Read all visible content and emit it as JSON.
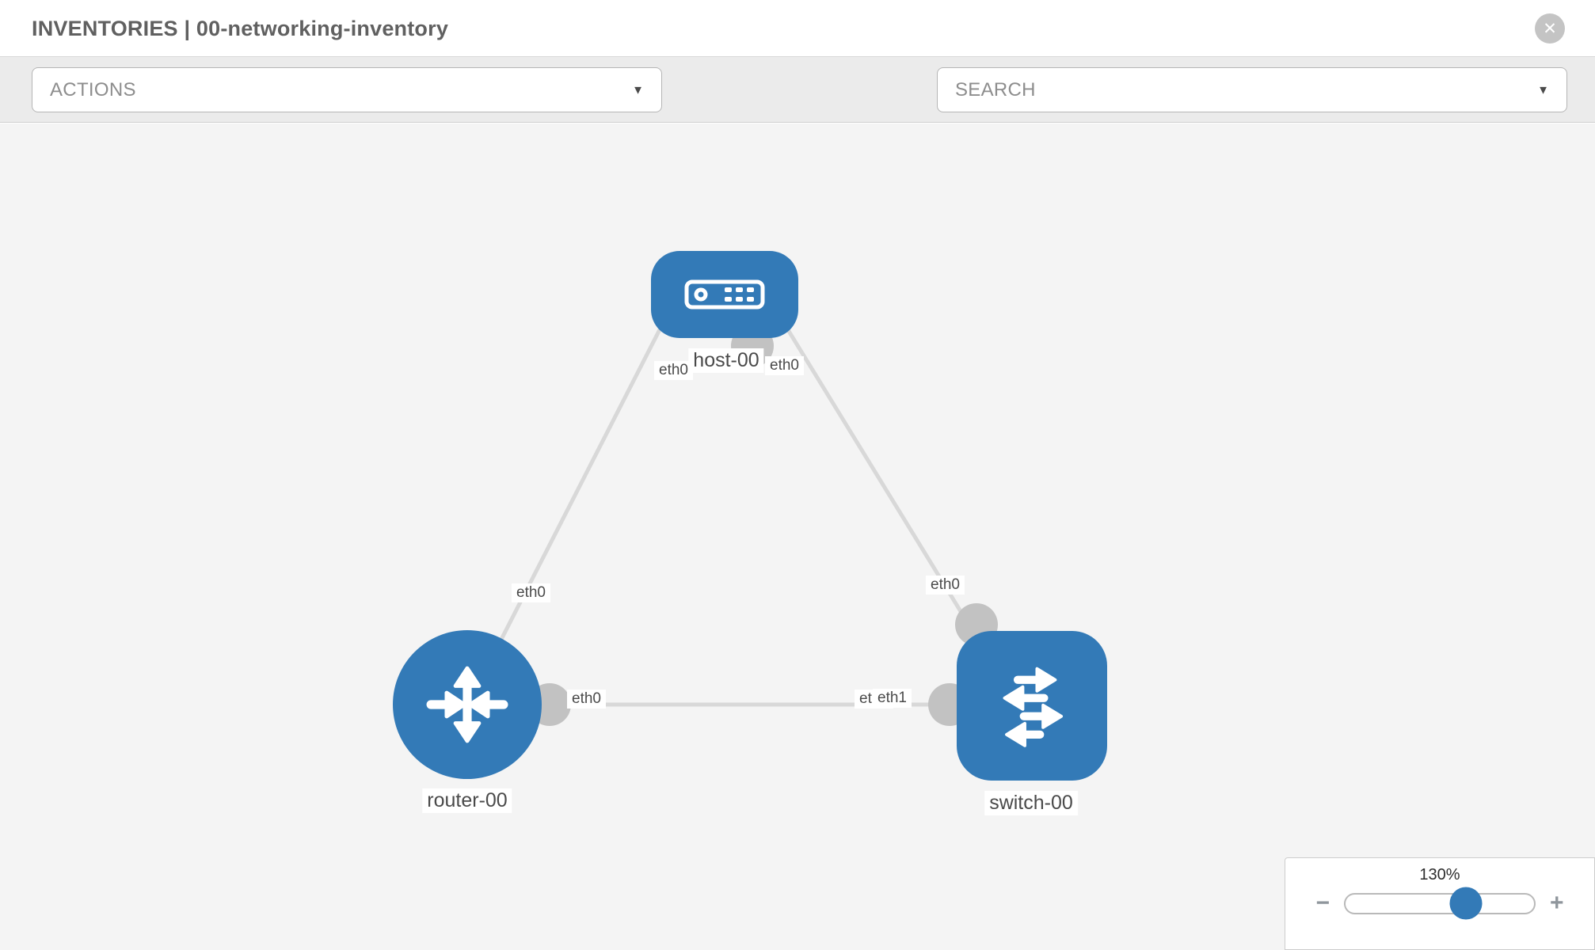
{
  "header": {
    "title": "INVENTORIES | 00-networking-inventory"
  },
  "toolbar": {
    "actions_label": "ACTIONS",
    "search_label": "SEARCH"
  },
  "icons": {
    "close_glyph": "✕",
    "caret_glyph": "▼",
    "zoom_out_glyph": "−",
    "zoom_in_glyph": "+",
    "tool_icons": [
      "wrench",
      "key"
    ]
  },
  "diagram": {
    "nodes": [
      {
        "id": "host-00",
        "type": "host",
        "label": "host-00"
      },
      {
        "id": "router-00",
        "type": "router",
        "label": "router-00"
      },
      {
        "id": "switch-00",
        "type": "switch",
        "label": "switch-00"
      }
    ],
    "port_labels": {
      "host_left": "eth0",
      "host_right": "eth0",
      "router_uplink": "eth0",
      "switch_uplink": "eth0",
      "router_eth0": "eth0",
      "switch_back": "eth0",
      "switch_front": "eth1"
    },
    "links": [
      {
        "from": "host-00",
        "to": "router-00"
      },
      {
        "from": "host-00",
        "to": "switch-00"
      },
      {
        "from": "router-00",
        "to": "switch-00"
      }
    ]
  },
  "zoom_control": {
    "level": "130%"
  },
  "colors": {
    "node_blue": "#337ab7",
    "link_gray": "#d8d8d8",
    "port_gray": "#c2c2c2",
    "toolbar_bg": "#ebebeb",
    "canvas_bg": "#f4f4f4",
    "title_gray": "#606060"
  }
}
